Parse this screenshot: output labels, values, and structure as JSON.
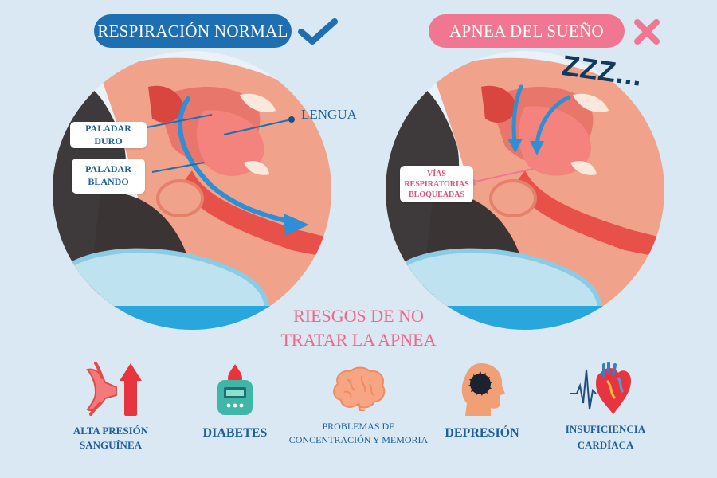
{
  "header": {
    "normal_label": "RESPIRACIÓN NORMAL",
    "apnea_label": "APNEA DEL SUEÑO",
    "check_icon": "check-icon",
    "cross_icon": "cross-icon"
  },
  "normal_panel": {
    "paladar_duro": "PALADAR DURO",
    "paladar_blando_1": "PALADAR",
    "paladar_blando_2": "BLANDO",
    "lengua": "LENGUA"
  },
  "apnea_panel": {
    "zzz": "ZZZ...",
    "vias_1": "VÍAS",
    "vias_2": "RESPIRATORIAS",
    "vias_3": "BLOQUEADAS"
  },
  "risks": {
    "title_1": "RIESGOS DE NO",
    "title_2": "TRATAR LA APNEA",
    "items": [
      {
        "label_1": "ALTA PRESIÓN",
        "label_2": "SANGUÍNEA",
        "icon": "blood-vessel-arrow-icon"
      },
      {
        "label_1": "DIABETES",
        "icon": "glucose-meter-icon"
      },
      {
        "label_1": "PROBLEMAS DE",
        "label_2": "CONCENTRACIÓN Y MEMORIA",
        "icon": "brain-icon"
      },
      {
        "label_1": "DEPRESIÓN",
        "icon": "head-depression-icon"
      },
      {
        "label_1": "INSUFICIENCIA",
        "label_2": "CARDÍACA",
        "icon": "heart-ecg-icon"
      }
    ]
  },
  "colors": {
    "background": "#d9e8f3",
    "blue": "#1e6fb2",
    "pink": "#f07691",
    "text_blue": "#1d5e9e"
  }
}
